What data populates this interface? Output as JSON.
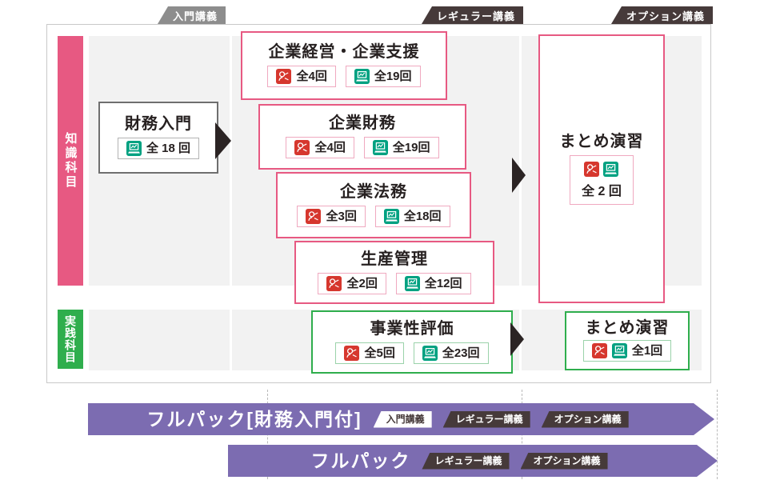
{
  "colors": {
    "pink": "#e75982",
    "green": "#2fae4d",
    "red-icon": "#d6372e",
    "teal-icon": "#00a181",
    "purple": "#7c6cb1",
    "dark-tag": "#463a3a",
    "gray-tag": "#8d8d8d",
    "panel": "#f2f2f2",
    "ink": "#262020",
    "border-gray": "#c9c9c9"
  },
  "phase_tags": [
    {
      "label": "入門講義"
    },
    {
      "label": "レギュラー講義"
    },
    {
      "label": "オプション講義"
    }
  ],
  "rows": [
    {
      "label": "知識科目"
    },
    {
      "label": "実践科目"
    }
  ],
  "icons": {
    "classroom": "classroom-lecture-icon",
    "web": "web-lecture-icon"
  },
  "courses": [
    {
      "title": "財務入門",
      "counts": [
        {
          "icon": "web-lecture",
          "label": "全 18 回"
        }
      ]
    },
    {
      "title": "企業経営・企業支援",
      "counts": [
        {
          "icon": "classroom",
          "label": "全4回"
        },
        {
          "icon": "web-lecture",
          "label": "全19回"
        }
      ]
    },
    {
      "title": "企業財務",
      "counts": [
        {
          "icon": "classroom",
          "label": "全4回"
        },
        {
          "icon": "web-lecture",
          "label": "全19回"
        }
      ]
    },
    {
      "title": "企業法務",
      "counts": [
        {
          "icon": "classroom",
          "label": "全3回"
        },
        {
          "icon": "web-lecture",
          "label": "全18回"
        }
      ]
    },
    {
      "title": "生産管理",
      "counts": [
        {
          "icon": "classroom",
          "label": "全2回"
        },
        {
          "icon": "web-lecture",
          "label": "全12回"
        }
      ]
    },
    {
      "title": "まとめ演習",
      "count_label": "全 2 回",
      "icon_list": [
        "classroom",
        "web-lecture"
      ]
    },
    {
      "title": "事業性評価",
      "counts": [
        {
          "icon": "classroom",
          "label": "全5回"
        },
        {
          "icon": "web-lecture",
          "label": "全23回"
        }
      ]
    },
    {
      "title": "まとめ演習",
      "count_label": "全1回",
      "icon_list": [
        "classroom",
        "web-lecture"
      ]
    }
  ],
  "packs": [
    {
      "name": "フルパック[財務入門付]",
      "tags": [
        {
          "label": "入門講義",
          "style": "light"
        },
        {
          "label": "レギュラー講義",
          "style": "dark"
        },
        {
          "label": "オプション講義",
          "style": "dark"
        }
      ]
    },
    {
      "name": "フルパック",
      "tags": [
        {
          "label": "レギュラー講義",
          "style": "dark"
        },
        {
          "label": "オプション講義",
          "style": "dark"
        }
      ]
    }
  ]
}
